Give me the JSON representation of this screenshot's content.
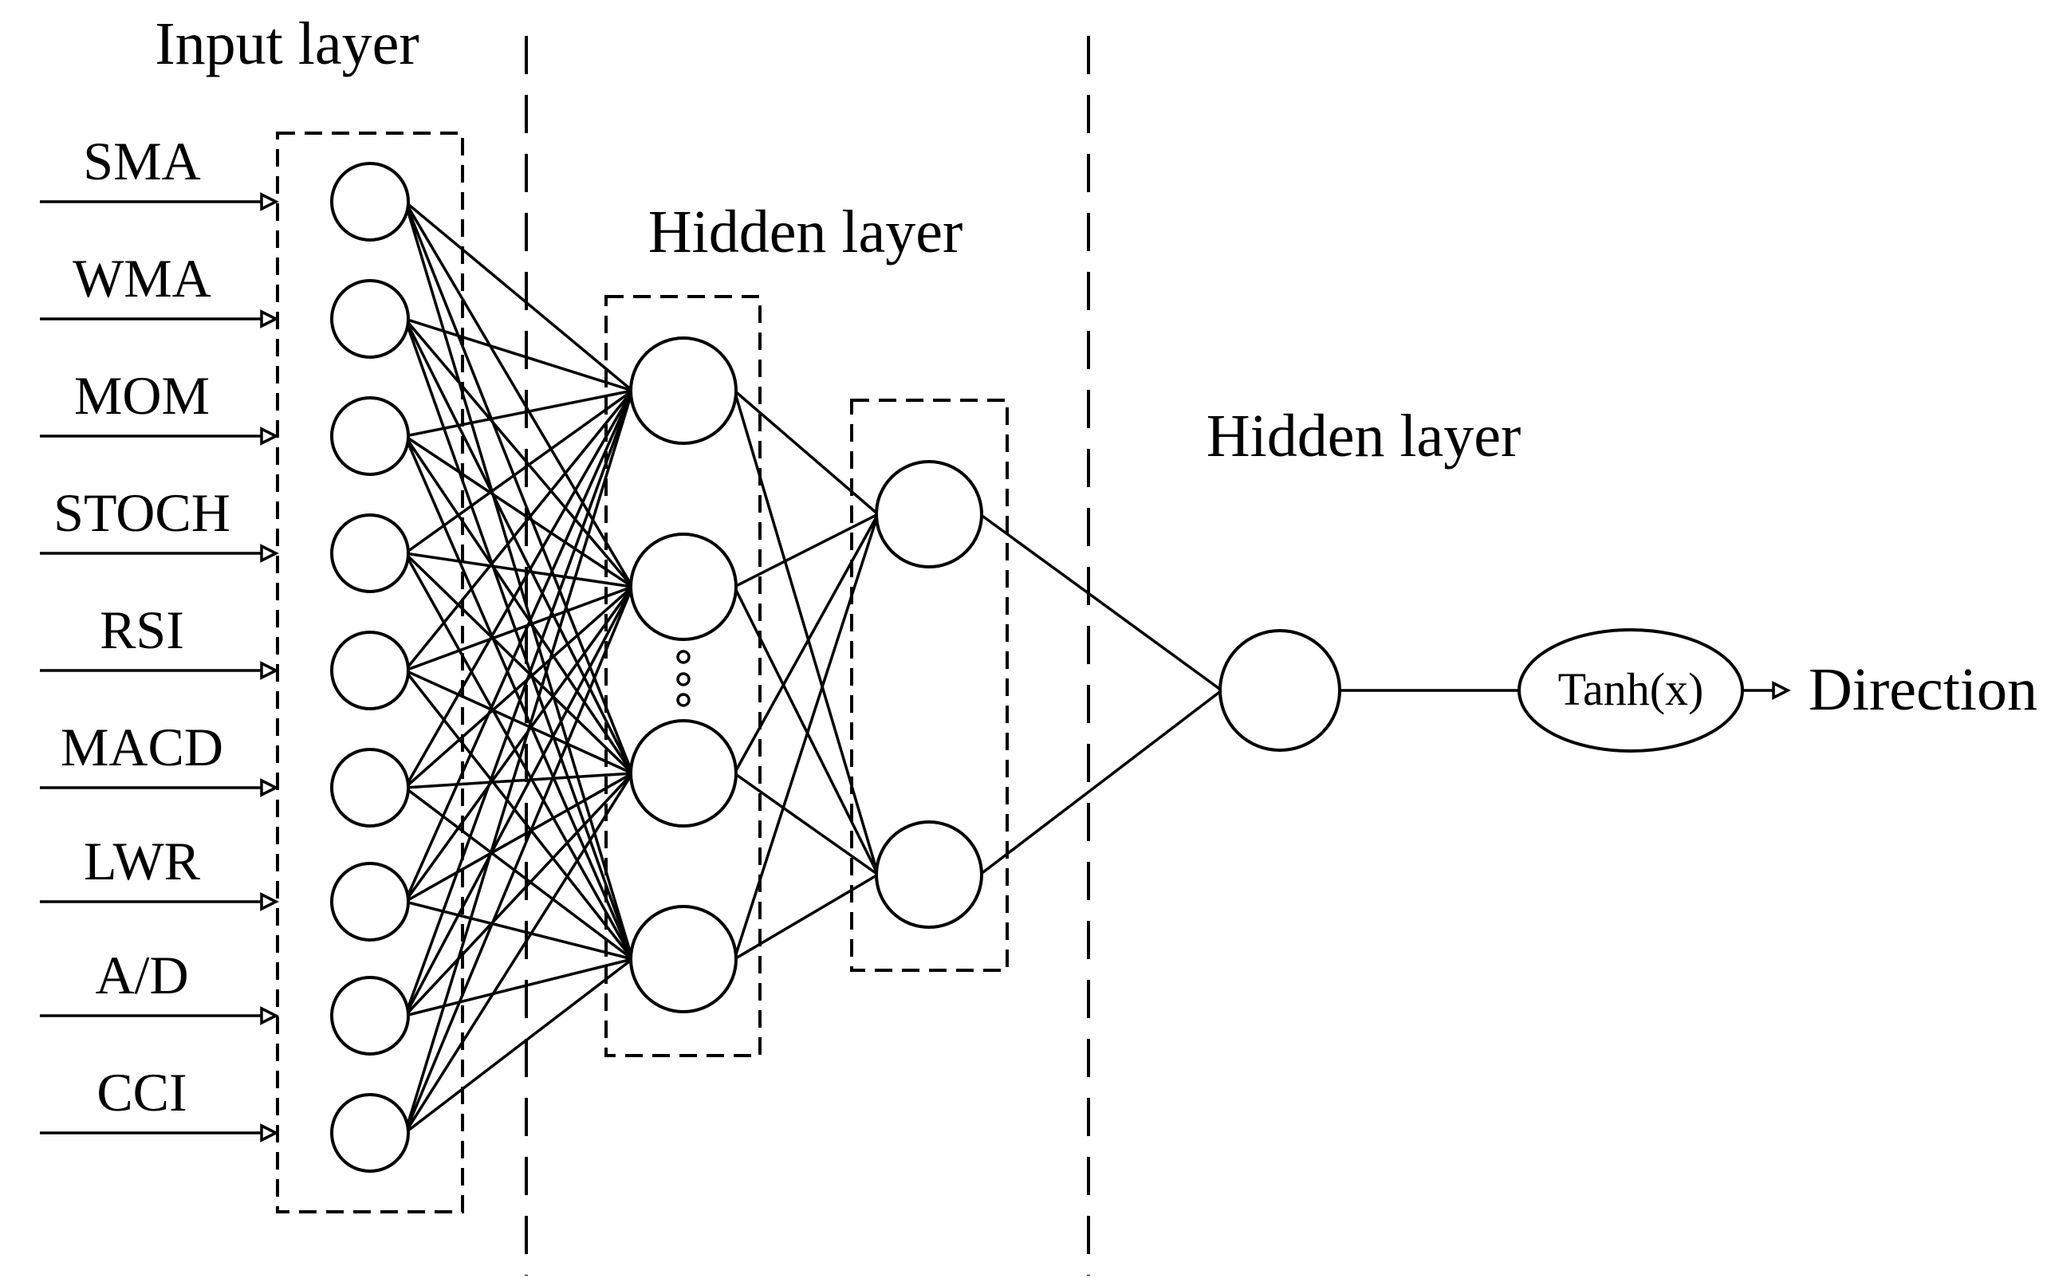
{
  "layers": {
    "input_title": "Input layer",
    "hidden1_title": "Hidden layer",
    "hidden2_title": "Hidden layer"
  },
  "inputs": [
    "SMA",
    "WMA",
    "MOM",
    "STOCH",
    "RSI",
    "MACD",
    "LWR",
    "A/D",
    "CCI"
  ],
  "activation_label": "Tanh(x)",
  "output_label": "Direction"
}
